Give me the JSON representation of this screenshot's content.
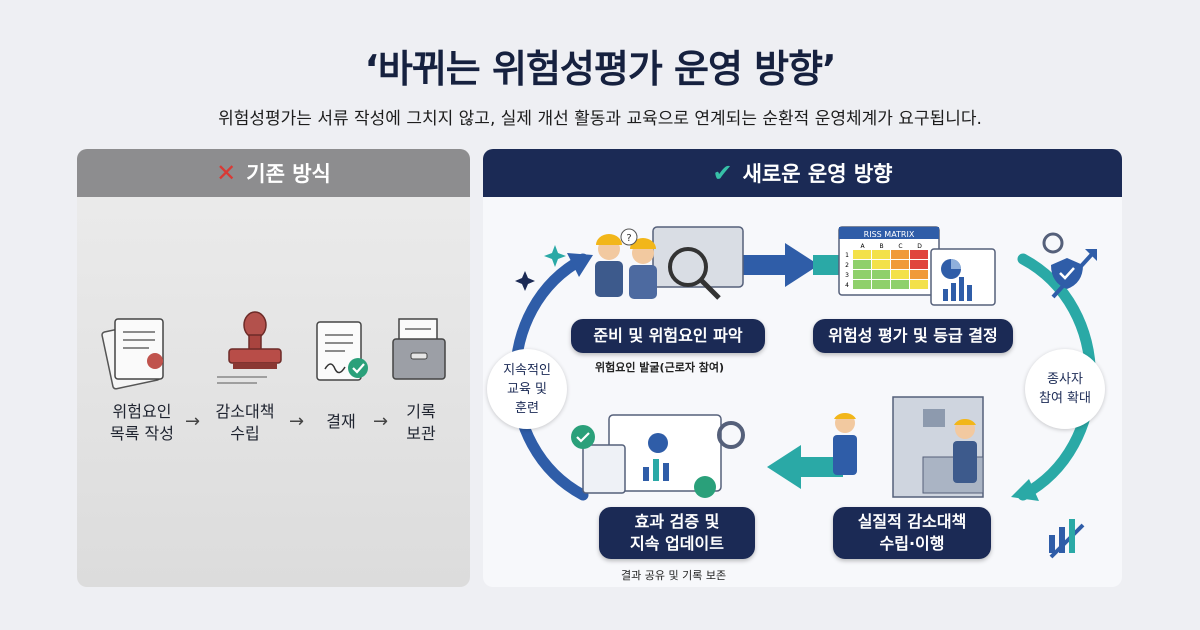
{
  "title": "‘바뀌는 위험성평가 운영 방향’",
  "subtitle": "위험성평가는 서류 작성에 그치지 않고, 실제 개선 활동과 교육으로 연계되는 순환적 운영체계가 요구됩니다.",
  "left": {
    "heading": "기존 방식",
    "icon": "x-icon",
    "steps": [
      {
        "line1": "위험요인",
        "line2": "목록 작성"
      },
      {
        "line1": "감소대책",
        "line2": "수립"
      },
      {
        "line1": "결재",
        "line2": ""
      },
      {
        "line1": "기록",
        "line2": "보관"
      }
    ],
    "arrow": "→"
  },
  "right": {
    "heading": "새로운 운영 방향",
    "icon": "check-icon",
    "matrix_title": "RISS MATRIX",
    "matrix_cols": [
      "A",
      "B",
      "C",
      "D"
    ],
    "matrix_rows": [
      "1",
      "2",
      "3",
      "4"
    ],
    "steps": {
      "prepare": "준비 및 위험요인 파악",
      "prepare_caption": "위험요인 발굴(근로자 참여)",
      "evaluate": "위험성 평가 및 등급 결정",
      "reduce_line1": "실질적 감소대책",
      "reduce_line2": "수립·이행",
      "verify_line1": "효과 검증 및",
      "verify_line2": "지속 업데이트",
      "verify_caption": "결과 공유 및 기록 보존"
    },
    "side_left": {
      "line1": "지속적인",
      "line2": "교육 및",
      "line3": "훈련"
    },
    "side_right": {
      "line1": "종사자",
      "line2": "참여 확대"
    }
  },
  "colors": {
    "navy": "#1b2a55",
    "teal": "#2aa9a6",
    "blue": "#2f5da8",
    "gray_head": "#8d8d8f",
    "red": "#d93a35"
  }
}
